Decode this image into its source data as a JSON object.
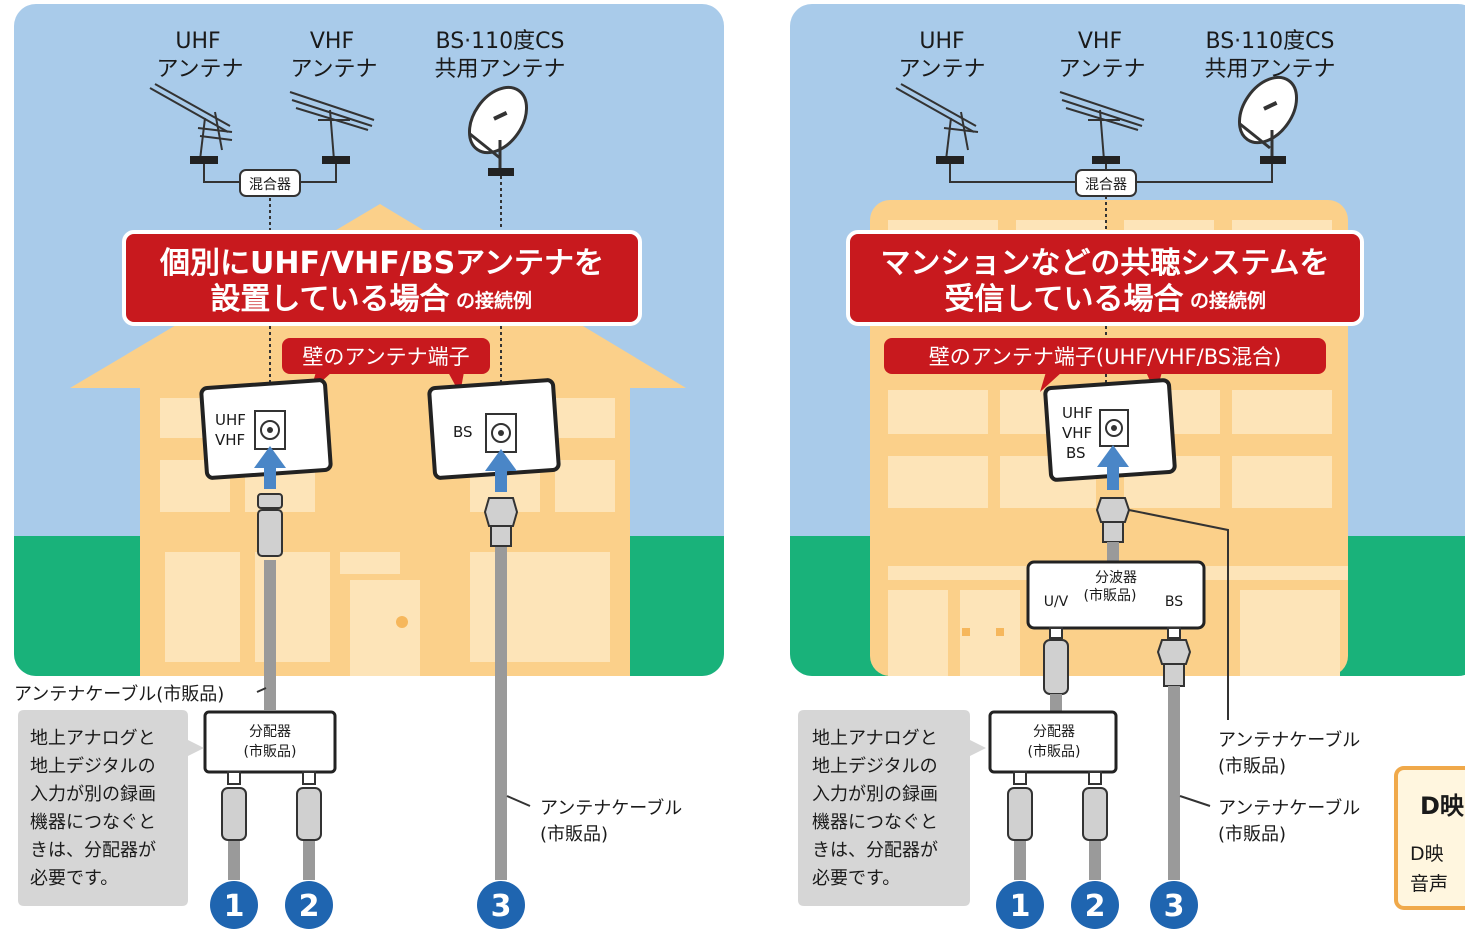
{
  "left": {
    "antennas": [
      {
        "name_line1": "UHF",
        "name_line2": "アンテナ"
      },
      {
        "name_line1": "VHF",
        "name_line2": "アンテナ"
      },
      {
        "name_line1": "BS·110度CS",
        "name_line2": "共用アンテナ"
      }
    ],
    "mixer": "混合器",
    "title_line1": "個別にUHF/VHF/BSアンテナを",
    "title_line2": "設置している場合",
    "title_suffix": "の接続例",
    "wall_label": "壁のアンテナ端子",
    "jack1_line1": "UHF",
    "jack1_line2": "VHF",
    "jack2": "BS",
    "cable_label": "アンテナケーブル(市販品)",
    "splitter_line1": "分配器",
    "splitter_line2": "(市販品)",
    "cable3_line1": "アンテナケーブル",
    "cable3_line2": "(市販品)",
    "note": [
      "地上アナログと",
      "地上デジタルの",
      "入力が別の録画",
      "機器につなぐと",
      "きは、分配器が",
      "必要です。"
    ],
    "numbers": [
      "1",
      "2",
      "3"
    ]
  },
  "right": {
    "antennas": [
      {
        "name_line1": "UHF",
        "name_line2": "アンテナ"
      },
      {
        "name_line1": "VHF",
        "name_line2": "アンテナ"
      },
      {
        "name_line1": "BS·110度CS",
        "name_line2": "共用アンテナ"
      }
    ],
    "mixer": "混合器",
    "title_line1": "マンションなどの共聴システムを",
    "title_line2": "受信している場合",
    "title_suffix": "の接続例",
    "wall_label": "壁のアンテナ端子(UHF/VHF/BS混合)",
    "jack_line1": "UHF",
    "jack_line2": "VHF",
    "jack_line3": "BS",
    "separator_line1": "分波器",
    "separator_line2": "(市販品)",
    "separator_left": "U/V",
    "separator_right": "BS",
    "splitter_line1": "分配器",
    "splitter_line2": "(市販品)",
    "cable_a_line1": "アンテナケーブル",
    "cable_a_line2": "(市販品)",
    "cable_b_line1": "アンテナケーブル",
    "cable_b_line2": "(市販品)",
    "note": [
      "地上アナログと",
      "地上デジタルの",
      "入力が別の録画",
      "機器につなぐと",
      "きは、分配器が",
      "必要です。"
    ],
    "numbers": [
      "1",
      "2",
      "3"
    ]
  },
  "dlink": {
    "title": "D映",
    "line1": "D映",
    "line2": "音声"
  },
  "colors": {
    "sky": "#a9cbea",
    "grass": "#19b27a",
    "building": "#fbd08a",
    "title_red": "#c8191e",
    "arrow_blue": "#4a86c7",
    "number_blue": "#1f65b0",
    "note_gray": "#d6d6d6",
    "dlink_border": "#f0a94a"
  }
}
